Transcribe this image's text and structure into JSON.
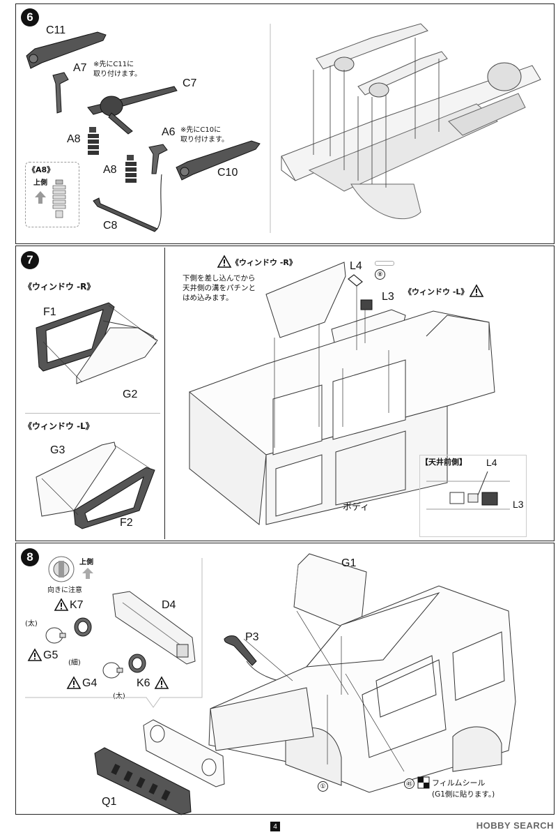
{
  "steps": [
    {
      "number": "6"
    },
    {
      "number": "7"
    },
    {
      "number": "8"
    }
  ],
  "step6": {
    "parts": {
      "c11": "C11",
      "a7": "A7",
      "c7": "C7",
      "a8a": "A8",
      "a6": "A6",
      "a8b": "A8",
      "c10": "C10",
      "c8": "C8"
    },
    "note_a7": "※先にC11に\n取り付けます。",
    "note_a6": "※先にC10に\n取り付けます。",
    "inset_title": "《A8》",
    "inset_up": "上側"
  },
  "step7": {
    "window_r_title": "《ウィンドウ -R》",
    "window_l_title": "《ウィンドウ -L》",
    "parts": {
      "f1": "F1",
      "g2": "G2",
      "g3": "G3",
      "f2": "F2",
      "l4": "L4",
      "l3": "L3"
    },
    "window_r_callout": "《ウィンドウ -R》",
    "window_l_callout": "《ウィンドウ -L》",
    "instruction": "下側を差し込んでから\n天井側の溝をパチンと\nはめ込みます。",
    "decal_no": "⑧",
    "body_label": "ボディ",
    "inset_title": "【天井前側】",
    "inset_l4": "L4",
    "inset_l3": "L3"
  },
  "step8": {
    "orientation_up": "上側",
    "orientation_note": "向きに注意",
    "parts": {
      "k7": "K7",
      "d4": "D4",
      "g5": "G5",
      "g4": "G4",
      "k6": "K6",
      "g1": "G1",
      "p3": "P3",
      "q1": "Q1"
    },
    "thick1": "(太)",
    "thin": "(細)",
    "thick2": "(太)",
    "decal_1": "①",
    "decal_45": "㊺",
    "film_seal": "フィルムシール",
    "film_note": "(G1側に貼ります。)"
  },
  "footer": {
    "page_number": "4",
    "watermark": "HOBBY SEARCH"
  }
}
